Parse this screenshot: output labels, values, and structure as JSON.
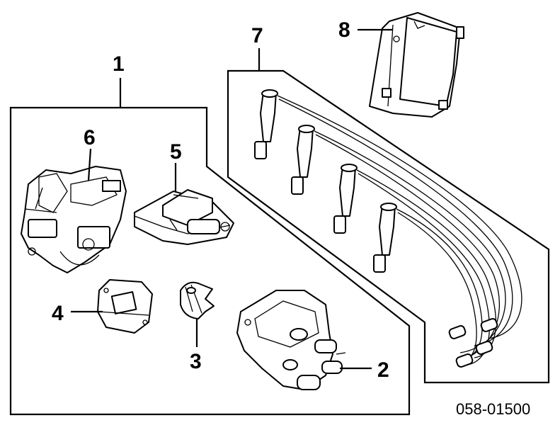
{
  "diagram": {
    "callouts": {
      "c1": "1",
      "c2": "2",
      "c3": "3",
      "c4": "4",
      "c5": "5",
      "c6": "6",
      "c7": "7",
      "c8": "8"
    },
    "diagram_code": "058-01500"
  }
}
